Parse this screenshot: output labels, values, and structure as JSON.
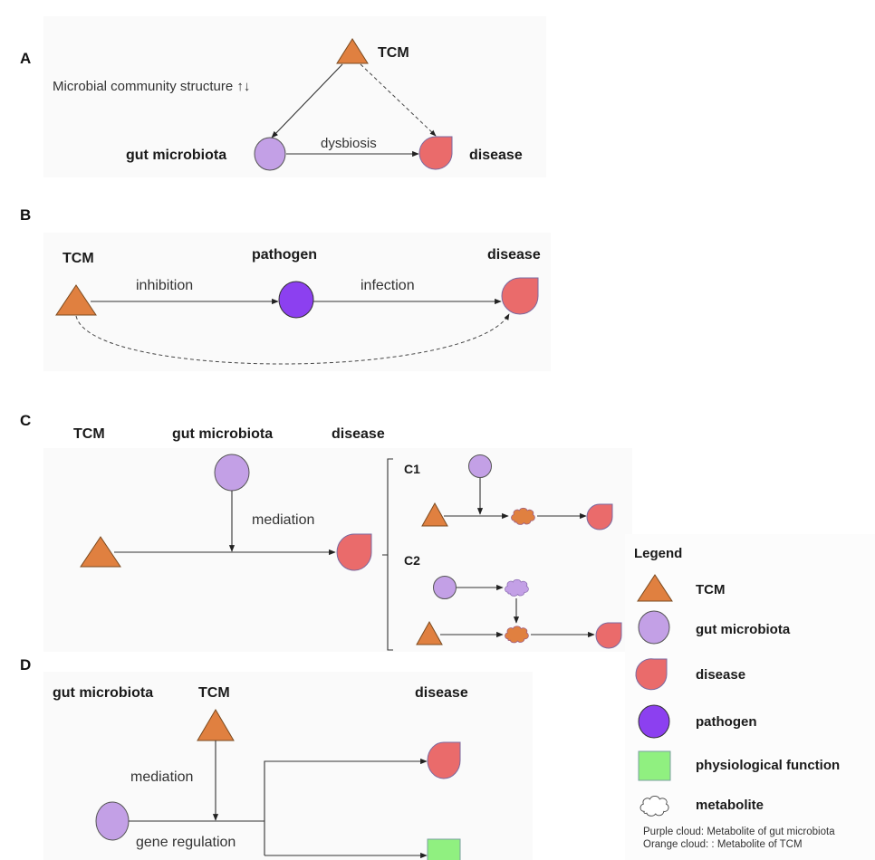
{
  "colors": {
    "tcm": "#E08040",
    "gut_microbiota": "#C3A0E6",
    "disease": "#EA6B6B",
    "pathogen": "#8C40F0",
    "physiological_function": "#90F080",
    "panel_bg": "#FAFAFA"
  },
  "panels": {
    "A": {
      "letter": "A",
      "tcm_label": "TCM",
      "gut_label": "gut microbiota",
      "disease_label": "disease",
      "edge_tcm_gut_label": "Microbial community structure ↑↓",
      "edge_gut_disease_label": "dysbiosis"
    },
    "B": {
      "letter": "B",
      "tcm_label": "TCM",
      "pathogen_label": "pathogen",
      "disease_label": "disease",
      "edge_tcm_pathogen_label": "inhibition",
      "edge_pathogen_disease_label": "infection"
    },
    "C": {
      "letter": "C",
      "tcm_label": "TCM",
      "gut_label": "gut microbiota",
      "disease_label": "disease",
      "edge_label": "mediation",
      "sub1_label": "C1",
      "sub2_label": "C2"
    },
    "D": {
      "letter": "D",
      "gut_label": "gut microbiota",
      "tcm_label": "TCM",
      "disease_label": "disease",
      "edge_mediation_label": "mediation",
      "edge_gene_label": "gene regulation"
    }
  },
  "legend": {
    "title": "Legend",
    "items": [
      {
        "shape": "triangle",
        "label": "TCM"
      },
      {
        "shape": "circle",
        "label": "gut microbiota"
      },
      {
        "shape": "drop",
        "label": "disease"
      },
      {
        "shape": "circle-pathogen",
        "label": "pathogen"
      },
      {
        "shape": "square",
        "label": "physiological function"
      },
      {
        "shape": "cloud",
        "label": "metabolite"
      }
    ],
    "notes": [
      "Purple cloud: Metabolite of gut microbiota",
      "Orange cloud: : Metabolite of TCM"
    ]
  }
}
